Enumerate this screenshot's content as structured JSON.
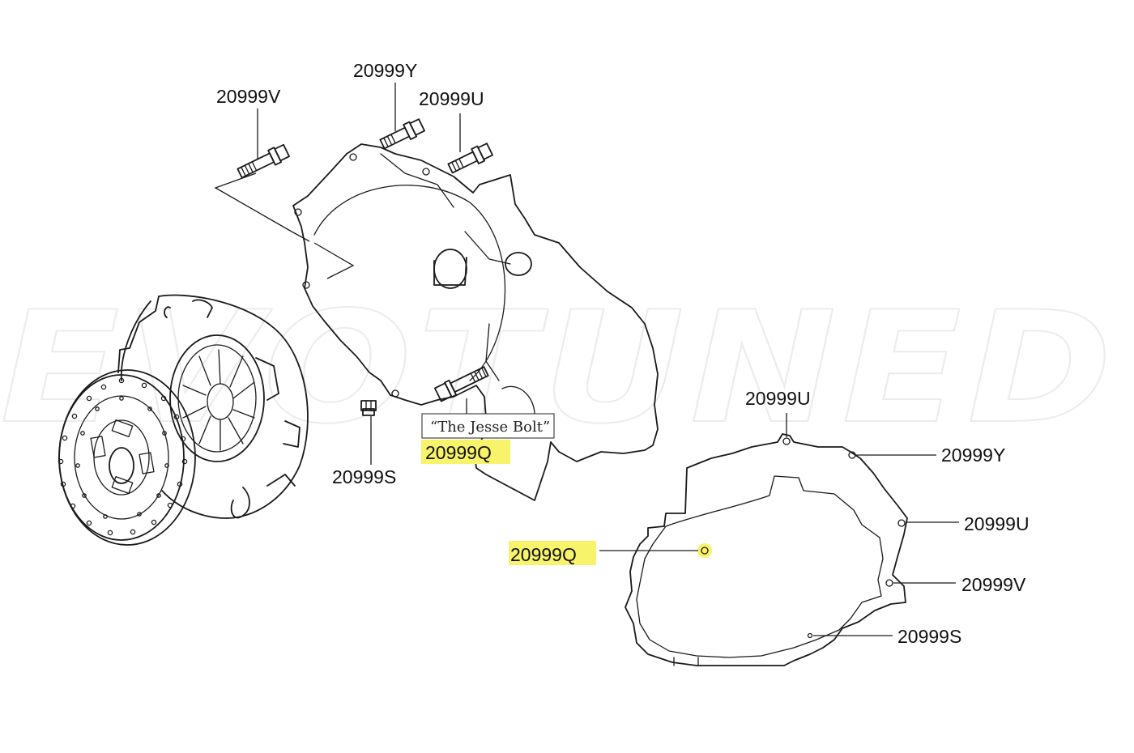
{
  "watermark": "EVOTUNED",
  "colors": {
    "line": "#1a1a1a",
    "highlight": "#f7f36a",
    "background": "#ffffff",
    "watermark": "#ececec"
  },
  "exploded_view": {
    "bolt_labels": {
      "top_left": "20999V",
      "top_middle": "20999Y",
      "top_right": "20999U",
      "lower_small": "20999S",
      "lower_long": "20999Q"
    },
    "callout": "“The Jesse Bolt”",
    "highlighted_part": "20999Q"
  },
  "bellhousing_outline": {
    "hole_labels": {
      "top": "20999U",
      "upper_right": "20999Y",
      "right": "20999U",
      "lower_right": "20999V",
      "bottom_right": "20999S",
      "left_highlighted": "20999Q"
    }
  }
}
